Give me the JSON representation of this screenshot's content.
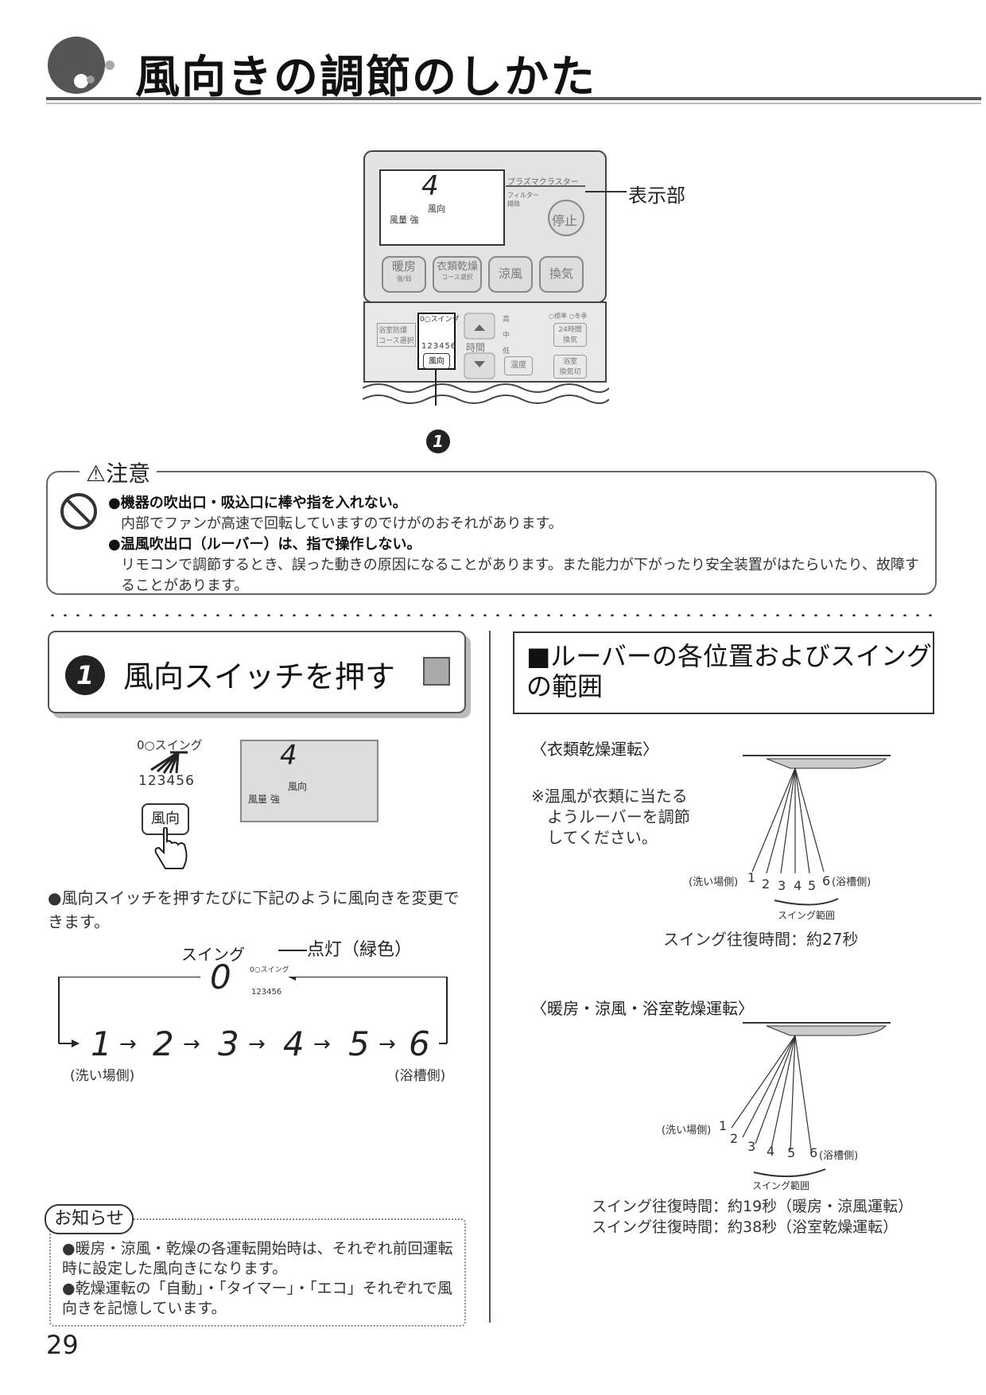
{
  "page": {
    "title": "風向きの調節のしかた",
    "number": "29"
  },
  "remote": {
    "digit": "4",
    "fudo": "風向",
    "furyou": "風量 強",
    "brand": "プラズマクラスター",
    "filter": "フィルター\n掃除",
    "stop": "停止",
    "buttons": [
      {
        "label": "暖房",
        "sub": "強/弱"
      },
      {
        "label": "衣類乾燥",
        "sub": "コース選択"
      },
      {
        "label": "涼風",
        "sub": ""
      },
      {
        "label": "換気",
        "sub": ""
      }
    ],
    "lower_left": "浴室防爆\nコース選択",
    "swing_label": "0○スイング",
    "swing_nums": "123456",
    "fudo_button": "風向",
    "time": "時間",
    "temp_labels": [
      "高",
      "中",
      "低"
    ],
    "temp_btn": "温度",
    "mode_labels": "○標準 ○冬季",
    "btn24": "24時間\n換気",
    "btn_bath": "浴室\n換気切",
    "display_label": "表示部",
    "callout": "1"
  },
  "caution": {
    "title": "⚠注意",
    "items": [
      {
        "bold": "●機器の吹出口・吸込口に棒や指を入れない。",
        "text": "内部でファンが高速で回転していますのでけがのおそれがあります。"
      },
      {
        "bold": "●温風吹出口（ルーバー）は、指で操作しない。",
        "text": "リモコンで調節するとき、誤った動きの原因になることがあります。また能力が下がったり安全装置がはたらいたり、故障することがあります。"
      }
    ]
  },
  "step": {
    "number": "1",
    "title": "風向スイッチを押す",
    "swing_label": "0○スイング",
    "swing_nums": "123456",
    "button": "風向",
    "lcd_digit": "4",
    "lcd_fudo": "風向",
    "lcd_furyou": "風量 強",
    "bullet": "●風向スイッチを押すたびに下記のように風向きを変更できます。",
    "seq_swing": "スイング",
    "seq_light": "点灯（緑色）",
    "seq_zero": "0",
    "seq": [
      "1",
      "2",
      "3",
      "4",
      "5",
      "6"
    ],
    "left_side": "(洗い場側)",
    "right_side": "(浴槽側)"
  },
  "range": {
    "title": "■ルーバーの各位置およびスイング\nの範囲",
    "clothes_head": "〈衣類乾燥運転〉",
    "clothes_note": "※温風が衣類に当たる\n　ようルーバーを調節\n　してください。",
    "labels_left": "(洗い場側)",
    "labels_right": "(浴槽側)",
    "nums": [
      "1",
      "2",
      "3",
      "4",
      "5",
      "6"
    ],
    "swing_range": "スイング範囲",
    "clothes_time": "スイング往復時間：約27秒",
    "heat_head": "〈暖房・涼風・浴室乾燥運転〉",
    "heat_time1": "スイング往復時間：約19秒（暖房・涼風運転）",
    "heat_time2": "スイング往復時間：約38秒（浴室乾燥運転）"
  },
  "info": {
    "tag": "お知らせ",
    "items": [
      "●暖房・涼風・乾燥の各運転開始時は、それぞれ前回運転時に設定した風向きになります。",
      "●乾燥運転の「自動」・「タイマー」・「エコ」それぞれで風向きを記憶しています。"
    ]
  }
}
